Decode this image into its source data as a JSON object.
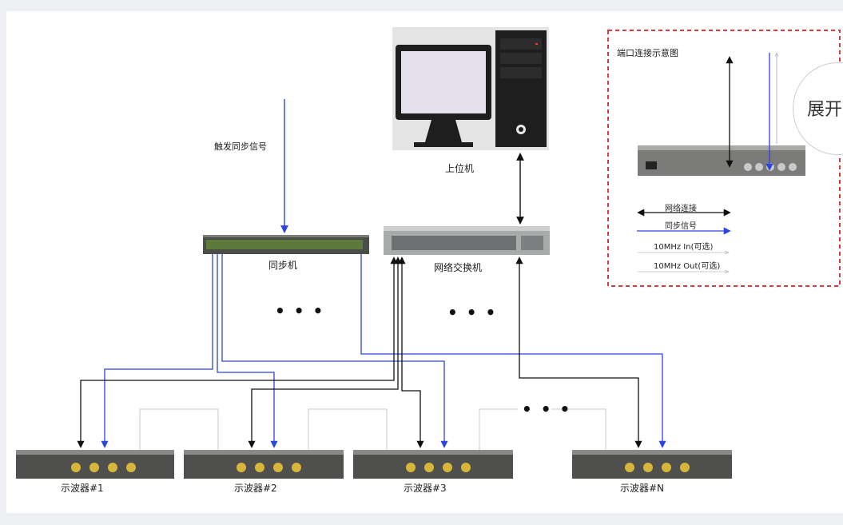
{
  "labels": {
    "pc": "上位机",
    "trigger": "触发同步信号",
    "sync": "同步机",
    "switch": "网络交换机",
    "osc1": "示波器#1",
    "osc2": "示波器#2",
    "osc3": "示波器#3",
    "oscN": "示波器#N",
    "ellipsis": "• • •"
  },
  "legend": {
    "title": "端口连接示意图",
    "network": "网络连接",
    "sync": "同步信号",
    "in10": "10MHz In(可选)",
    "out10": "10MHz Out(可选)"
  },
  "expand_button": "展开",
  "colors": {
    "sync_line": "#2b45e0",
    "network_line": "#111111",
    "legend_border": "#d63a3a"
  }
}
